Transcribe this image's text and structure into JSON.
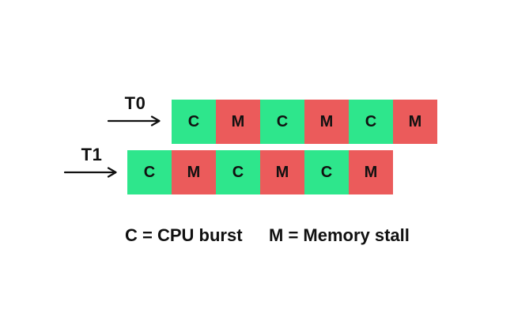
{
  "colors": {
    "background": "#ffffff",
    "cpu": "#2ee68c",
    "stall": "#eb5b5b",
    "text": "#111111"
  },
  "threads": [
    {
      "label": "T0",
      "blocks": [
        {
          "label": "C",
          "type": "cpu"
        },
        {
          "label": "M",
          "type": "stall"
        },
        {
          "label": "C",
          "type": "cpu"
        },
        {
          "label": "M",
          "type": "stall"
        },
        {
          "label": "C",
          "type": "cpu"
        },
        {
          "label": "M",
          "type": "stall"
        }
      ]
    },
    {
      "label": "T1",
      "blocks": [
        {
          "label": "C",
          "type": "cpu"
        },
        {
          "label": "M",
          "type": "stall"
        },
        {
          "label": "C",
          "type": "cpu"
        },
        {
          "label": "M",
          "type": "stall"
        },
        {
          "label": "C",
          "type": "cpu"
        },
        {
          "label": "M",
          "type": "stall"
        }
      ]
    }
  ],
  "legend": [
    {
      "text": "C = CPU burst"
    },
    {
      "text": "M = Memory stall"
    }
  ]
}
